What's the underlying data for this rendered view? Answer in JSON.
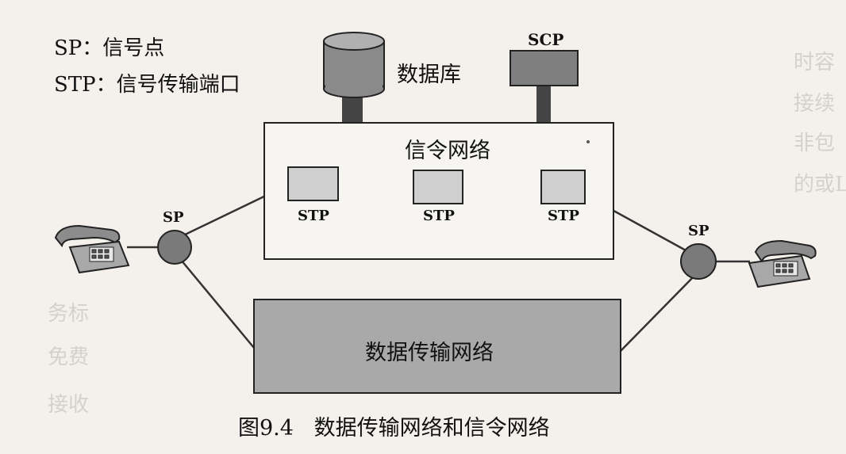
{
  "legend": {
    "sp_line": "SP：信号点",
    "stp_line": "STP：信号传输端口"
  },
  "database": {
    "label": "数据库"
  },
  "scp": {
    "label": "SCP"
  },
  "signaling_network": {
    "label": "信令网络",
    "stps": [
      "STP",
      "STP",
      "STP"
    ]
  },
  "signal_points": {
    "left": "SP",
    "right": "SP"
  },
  "data_network": {
    "label": "数据传输网络"
  },
  "caption": "图9.4   数据传输网络和信令网络"
}
